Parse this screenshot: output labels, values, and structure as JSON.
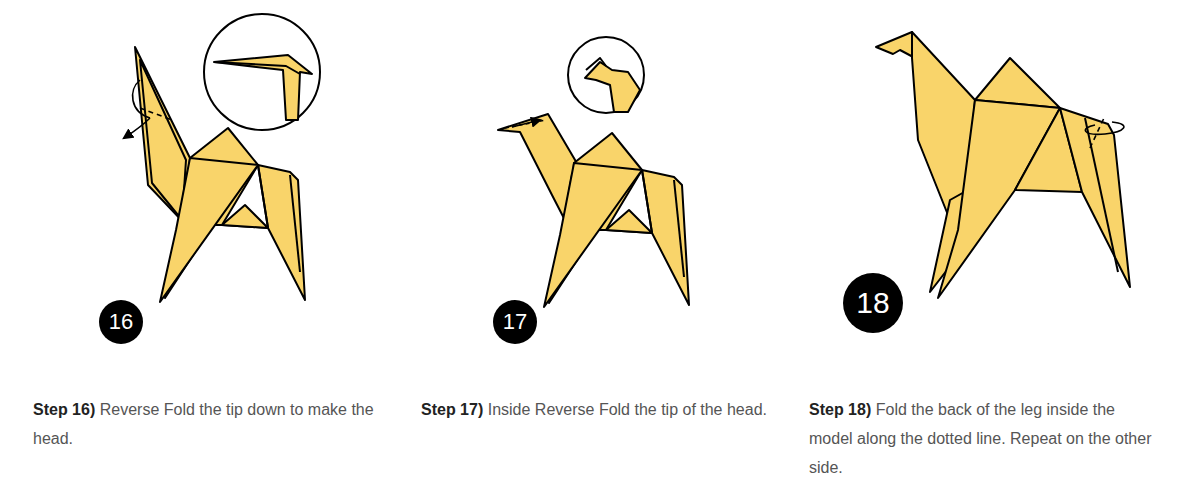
{
  "diagram": {
    "nodes": [
      {
        "text": [
          "16"
        ]
      },
      {
        "text": [
          "17"
        ]
      },
      {
        "text": [
          "18"
        ]
      }
    ],
    "labels": [
      "Step 16)",
      "Reverse Fold the tip down to make the head.",
      "Step 17)",
      "Inside Reverse Fold the tip of the head.",
      "Step 18)",
      "Fold the back of the leg inside the model along the dotted line. Repeat on the other side."
    ]
  }
}
